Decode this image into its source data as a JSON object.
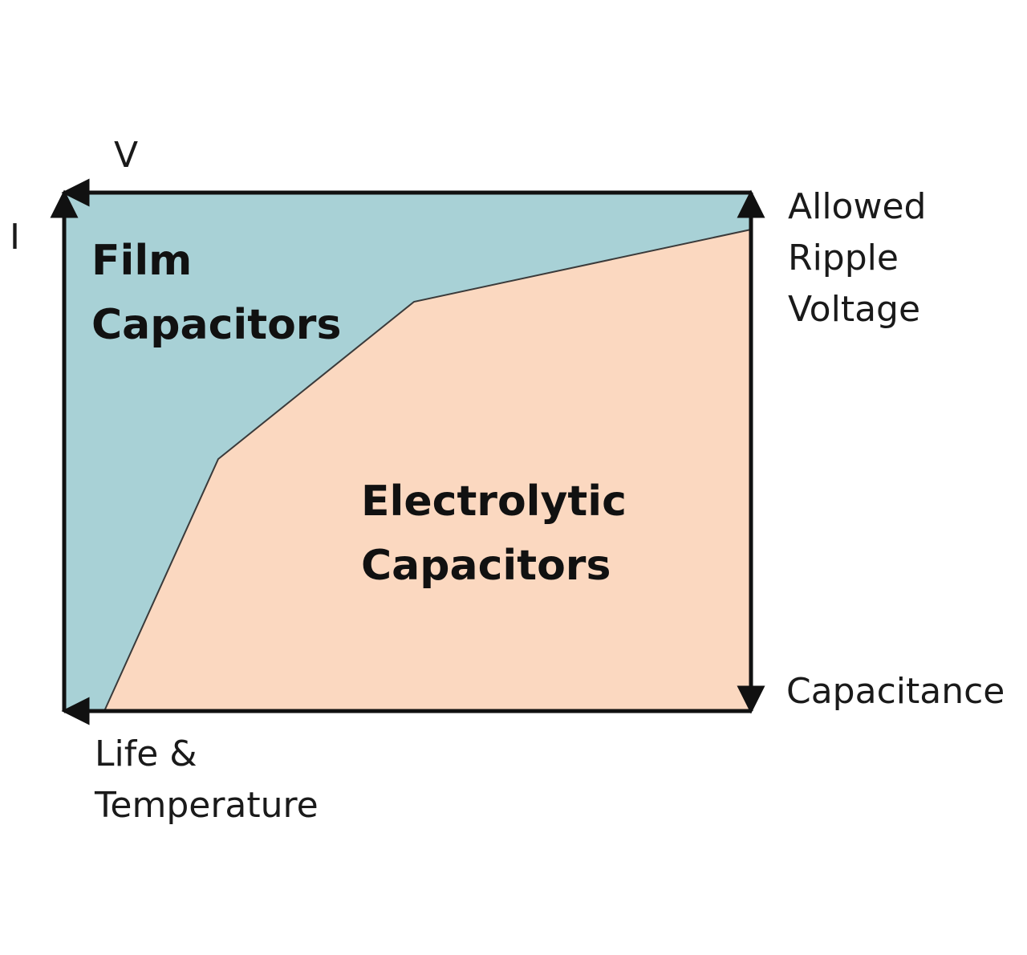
{
  "colors": {
    "film_region": "#a8d1d6",
    "electrolytic_region": "#fbd8c0",
    "axis_stroke": "#111111",
    "boundary_stroke": "#3a3a3a"
  },
  "labels": {
    "voltage_axis": "V",
    "current_axis": "I",
    "film_line1": "Film",
    "film_line2": "Capacitors",
    "electrolytic_line1": "Electrolytic",
    "electrolytic_line2": "Capacitors",
    "ripple_line1": "Allowed",
    "ripple_line2": "Ripple",
    "ripple_line3": "Voltage",
    "capacitance": "Capacitance",
    "life_line1": "Life &",
    "life_line2": "Temperature"
  }
}
